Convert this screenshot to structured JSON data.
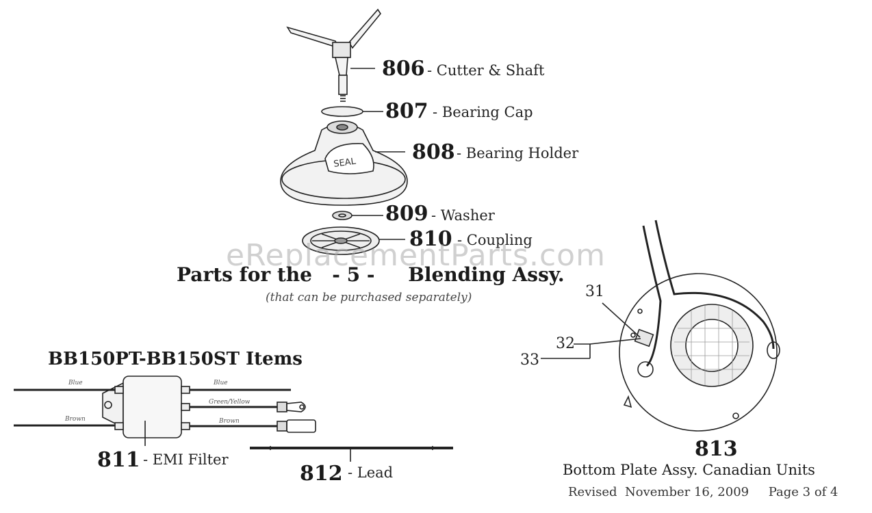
{
  "parts": [
    {
      "number": "806",
      "label": "- Cutter & Shaft"
    },
    {
      "number": "807",
      "label": "- Bearing Cap"
    },
    {
      "number": "808",
      "label": "- Bearing Holder"
    },
    {
      "number": "809",
      "label": "- Washer"
    },
    {
      "number": "810",
      "label": "- Coupling"
    },
    {
      "number": "811",
      "label": "- EMI Filter"
    },
    {
      "number": "812",
      "label": "- Lead"
    },
    {
      "number": "813",
      "label": ""
    }
  ],
  "seal_text": "SEAL",
  "heading": {
    "prefix": "Parts for the",
    "count": "- 5 -",
    "suffix": "Blending Assy."
  },
  "subnote": "(that can be purchased separately)",
  "items_title": "BB150PT-BB150ST Items",
  "wire_labels": {
    "left_top": "Blue",
    "left_bottom": "Brown",
    "right_top": "Blue",
    "right_mid": "Green/Yellow",
    "right_bottom": "Brown"
  },
  "callouts": [
    "31",
    "32",
    "33"
  ],
  "bottom_plate_title": "Bottom Plate Assy. Canadian Units",
  "revised": "Revised  November 16, 2009",
  "page": "Page 3 of 4",
  "watermark": "eReplacementParts.com"
}
